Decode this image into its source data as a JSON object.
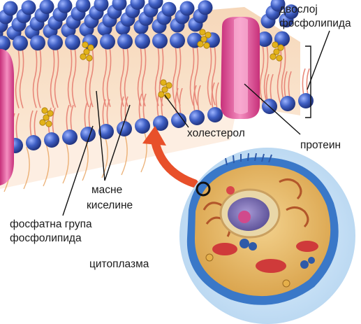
{
  "labels": {
    "bilayer_line1": "двослој",
    "bilayer_line2": "фосфолипида",
    "protein": "протеин",
    "cholesterol": "холестерол",
    "fatty_acids_line1": "масне",
    "fatty_acids_line2": "киселине",
    "phosphate_line1": "фосфатна група",
    "phosphate_line2": "фосфолипида",
    "cytoplasm": "цитоплазма"
  },
  "colors": {
    "phosphate_head": "#3f5fc4",
    "lipid_tail": "#e8887a",
    "protein": "#e0559a",
    "cholesterol": "#e2b21a",
    "arrow": "#e8502a",
    "cell_membrane": "#3a78c8",
    "cytoplasm": "#e8c07a",
    "nucleus": "#7a6fb0"
  }
}
